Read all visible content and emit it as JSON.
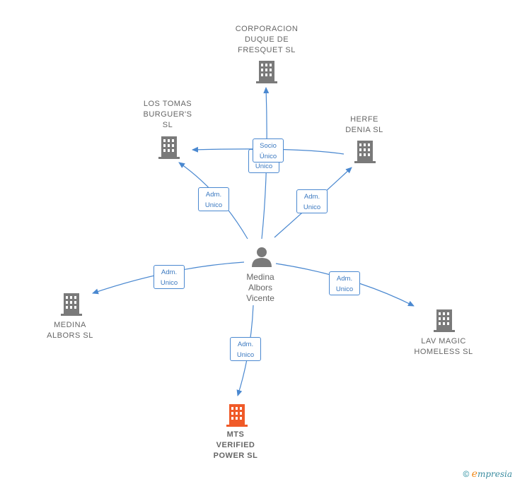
{
  "nodes": {
    "corporacion": {
      "label": "CORPORACION\nDUQUE DE\nFRESQUET  SL",
      "color": "#7a7a7a"
    },
    "los_tomas": {
      "label": "LOS TOMAS\nBURGUER'S\nSL",
      "color": "#7a7a7a"
    },
    "herfe": {
      "label": "HERFE\nDENIA  SL",
      "color": "#7a7a7a"
    },
    "medina_albors_sl": {
      "label": "MEDINA\nALBORS SL",
      "color": "#7a7a7a"
    },
    "lav_magic": {
      "label": "LAV MAGIC\nHOMELESS  SL",
      "color": "#7a7a7a"
    },
    "mts": {
      "label": "MTS\nVERIFIED\nPOWER  SL",
      "color": "#f05a28"
    },
    "person": {
      "label": "Medina\nAlbors\nVicente",
      "color": "#7a7a7a"
    }
  },
  "edge_labels": {
    "socio_unico": "Socio\nÚnico",
    "unico_behind": "Unico",
    "los_tomas": "Adm.\nUnico",
    "herfe": "Adm.\nUnico",
    "medina_albors_sl": "Adm.\nUnico",
    "lav_magic": "Adm.\nUnico",
    "mts": "Adm.\nUnico"
  },
  "colors": {
    "edge": "#4a88d0",
    "building": "#7a7a7a",
    "highlight": "#f05a28"
  },
  "footer": {
    "copyright": "©",
    "brand_first": "e",
    "brand_rest": "mpresia"
  }
}
